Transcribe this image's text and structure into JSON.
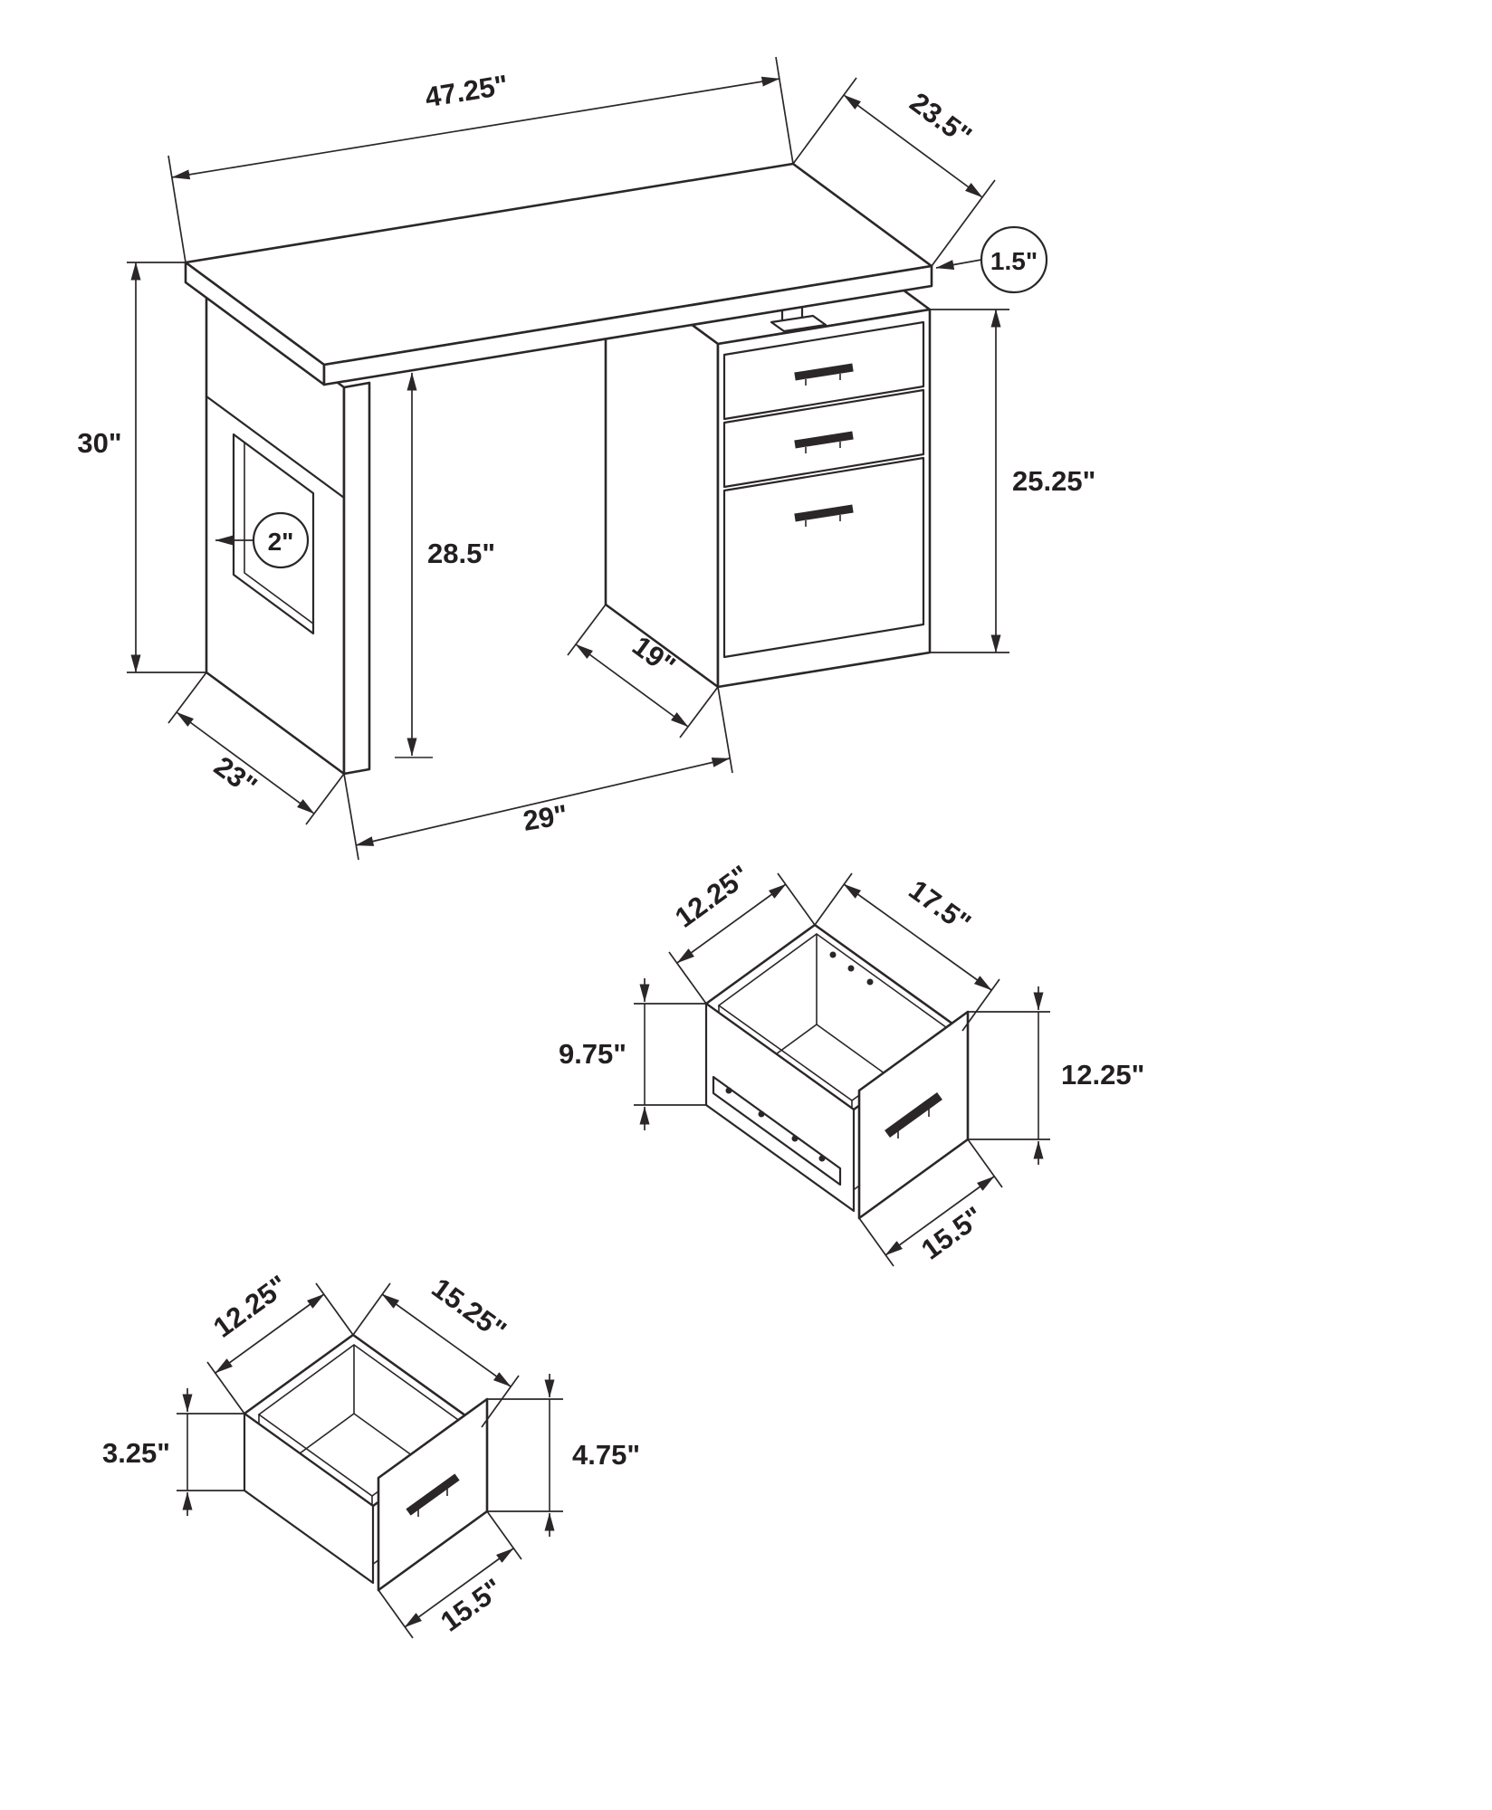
{
  "colors": {
    "line": "#2b2728",
    "background": "#ffffff"
  },
  "desk": {
    "top_width": "47.25\"",
    "top_depth": "23.5\"",
    "top_thickness": "1.5\"",
    "overall_height": "30\"",
    "leg_panel_thickness": "2\"",
    "knee_clearance_height": "28.5\"",
    "drawer_unit_height": "25.25\"",
    "drawer_unit_depth": "19\"",
    "leg_depth": "23\"",
    "knee_space_width": "29\""
  },
  "small_drawer": {
    "inner_width": "12.25\"",
    "inner_depth": "15.25\"",
    "side_height": "3.25\"",
    "front_height": "4.75\"",
    "front_width": "15.5\""
  },
  "file_drawer": {
    "inner_width": "12.25\"",
    "inner_depth": "17.5\"",
    "side_height": "9.75\"",
    "front_height": "12.25\"",
    "front_width": "15.5\""
  }
}
